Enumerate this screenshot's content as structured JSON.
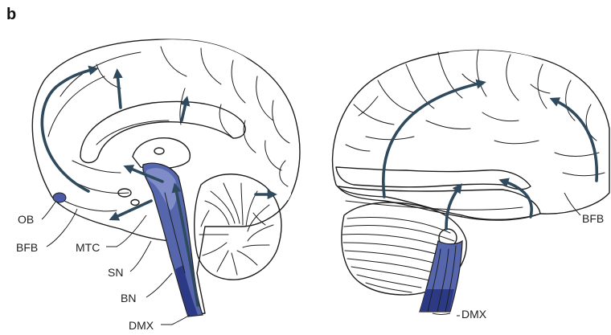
{
  "panel_label": "b",
  "colors": {
    "region_fill": "#cfd4ec",
    "region_dark": "#b8bfe0",
    "pathway_blue": "#4a5aa6",
    "pathway_dark": "#2c3a86",
    "arrow": "#2f4a5c",
    "outline": "#1e1e1e",
    "white_matter": "#ffffff"
  },
  "labels": {
    "medial": [
      {
        "key": "ob",
        "text": "OB"
      },
      {
        "key": "bfb",
        "text": "BFB"
      },
      {
        "key": "mtc",
        "text": "MTC"
      },
      {
        "key": "sn",
        "text": "SN"
      },
      {
        "key": "bn",
        "text": "BN"
      },
      {
        "key": "dmx",
        "text": "DMX"
      }
    ],
    "lateral": [
      {
        "key": "dmx",
        "text": "DMX"
      },
      {
        "key": "bfb",
        "text": "BFB"
      }
    ]
  }
}
